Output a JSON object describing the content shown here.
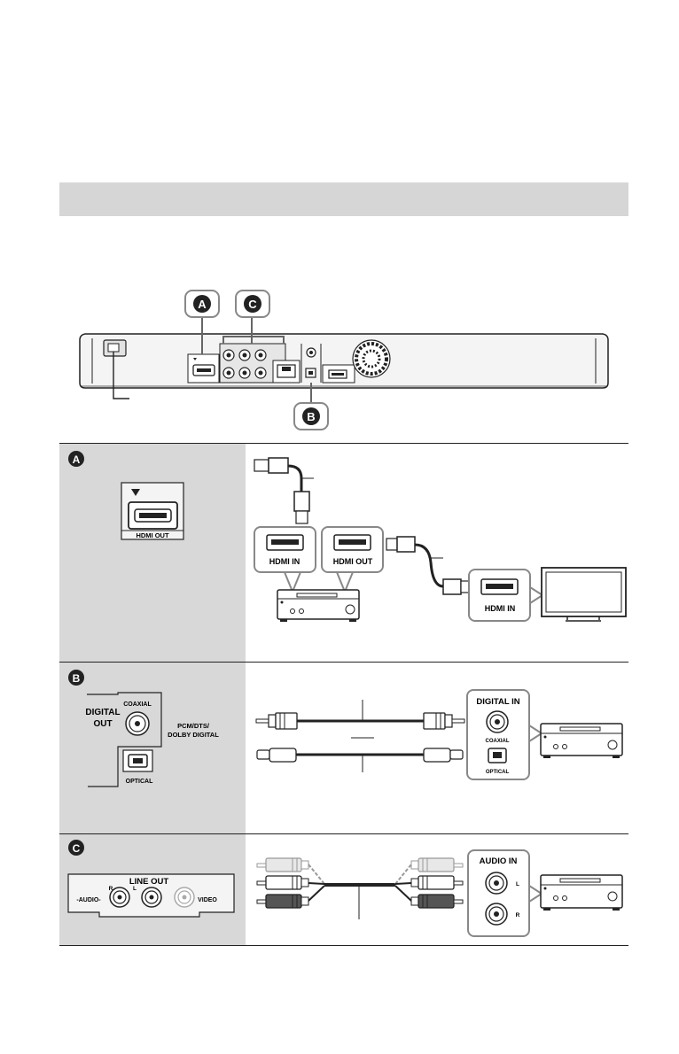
{
  "callouts": {
    "a": "A",
    "b": "B",
    "c": "C"
  },
  "section_a": {
    "port_label": "HDMI OUT",
    "receiver_in_label": "HDMI IN",
    "receiver_out_label": "HDMI OUT",
    "tv_in_label": "HDMI IN"
  },
  "section_b": {
    "digital_out_line1": "DIGITAL",
    "digital_out_line2": "OUT",
    "coaxial_label": "COAXIAL",
    "pcm_line1": "PCM/DTS/",
    "pcm_line2": "DOLBY DIGITAL",
    "optical_label": "OPTICAL",
    "digital_in_label": "DIGITAL IN",
    "amp_coaxial_label": "COAXIAL",
    "amp_optical_label": "OPTICAL"
  },
  "section_c": {
    "line_out_label": "LINE OUT",
    "audio_label": "-AUDIO-",
    "r_label": "R",
    "l_label": "L",
    "video_label": "VIDEO",
    "audio_in_label": "AUDIO IN",
    "in_l_label": "L",
    "in_r_label": "R"
  }
}
